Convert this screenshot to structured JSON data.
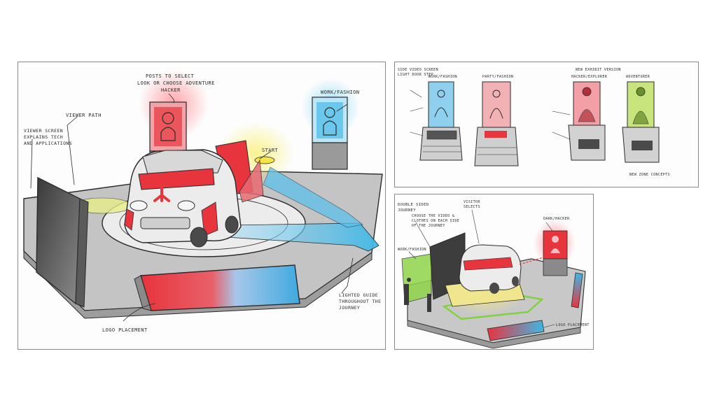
{
  "panels": {
    "main": {
      "annotations": {
        "posts_line1": "POSTS TO SELECT",
        "posts_line2": "LOOK OR CHOOSE ADVENTURE",
        "posts_line3": "HACKER",
        "viewer_path": "VIEWER PATH",
        "viewer_screen_line1": "VIEWER SCREEN",
        "viewer_screen_line2": "EXPLAINS TECH",
        "viewer_screen_line3": "AND APPLICATIONS",
        "start": "START",
        "work_fashion": "WORK/FASHION",
        "lighted_guide_line1": "LIGHTED GUIDE",
        "lighted_guide_line2": "THROUGHOUT THE",
        "lighted_guide_line3": "JOURNEY",
        "logo_placement": "LOGO PLACEMENT"
      }
    },
    "kiosks": {
      "annotations": {
        "top_left_line1": "SIDE VIDEO SCREEN",
        "top_left_line2": "LIGHT DOOR STEP",
        "work_fashion": "WORK/FASHION",
        "party_fashion": "PARTY/FASHION",
        "new_exhibit": "NEW EXHIBIT VERSION",
        "hacker_explorer": "HACKER/EXPLORER",
        "adventurer": "ADVENTURER",
        "bottom_right": "NEW ZONE CONCEPTS"
      }
    },
    "booth": {
      "annotations": {
        "double_sided_line1": "DOUBLE SIDED",
        "double_sided_line2": "JOURNEY",
        "visitor_line1": "VISITOR",
        "visitor_line2": "SELECTS",
        "choose_line1": "CHOOSE THE VIDEO &",
        "choose_line2": "CLOTHES ON EACH SIDE",
        "choose_line3": "OF THE JOURNEY",
        "work_fashion": "WORK/FASHION",
        "hacker": "DARK/HACKER",
        "logo": "LOGO PLACEMENT"
      }
    }
  },
  "colors": {
    "red": "#e8343c",
    "blue": "#3fb7e6",
    "yellow": "#f3e34c",
    "green": "#7fd23c",
    "floor": "#bdbdbd",
    "ink": "#2b2b2b"
  }
}
